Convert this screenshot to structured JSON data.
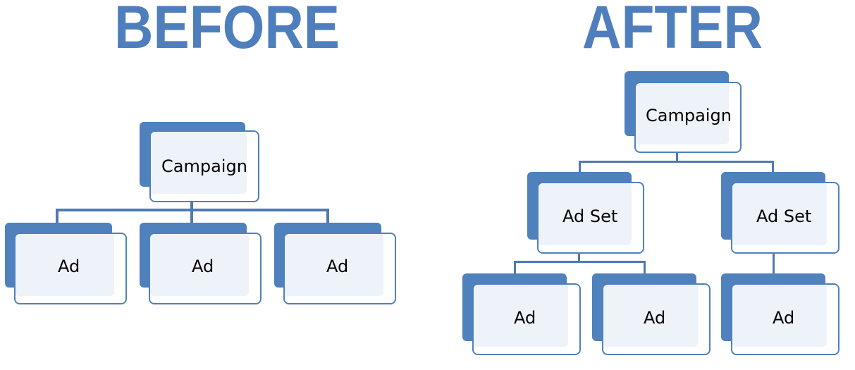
{
  "headings": {
    "before": "BEFORE",
    "after": "AFTER"
  },
  "colors": {
    "heading": "#4f7ebd",
    "box_shadow": "#4f81bd",
    "box_fill": "#eef2f9",
    "connector": "#4f7ab0"
  },
  "before": {
    "campaign": "Campaign",
    "ads": [
      "Ad",
      "Ad",
      "Ad"
    ]
  },
  "after": {
    "campaign": "Campaign",
    "ad_sets": [
      {
        "label": "Ad Set",
        "ads": [
          "Ad",
          "Ad"
        ]
      },
      {
        "label": "Ad Set",
        "ads": [
          "Ad"
        ]
      }
    ]
  }
}
